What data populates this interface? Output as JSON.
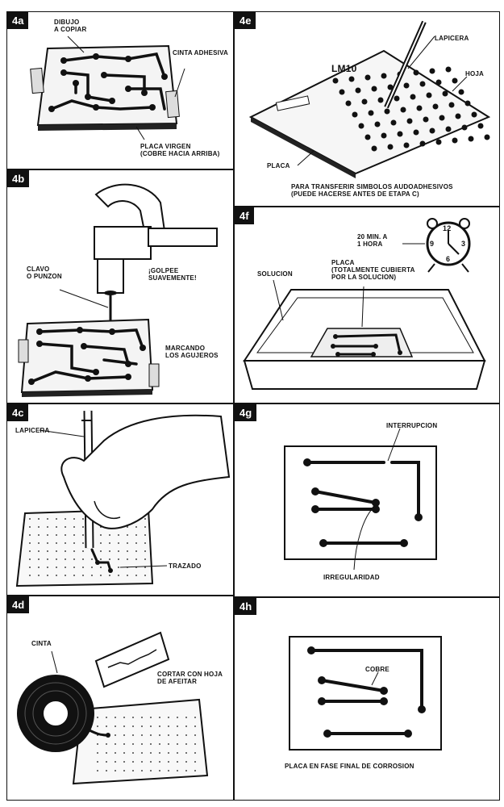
{
  "panels": {
    "a": {
      "tag": "4a",
      "labels": {
        "dibujo": "DIBUJO\nA COPIAR",
        "cinta": "CINTA ADHESIVA",
        "placa": "PLACA VIRGEN\n(COBRE HACIA ARRIBA)"
      }
    },
    "b": {
      "tag": "4b",
      "labels": {
        "clavo": "CLAVO\nO PUNZON",
        "golpee": "¡GOLPEE\nSUAVEMENTE!",
        "marcando": "MARCANDO\nLOS AGUJEROS"
      }
    },
    "c": {
      "tag": "4c",
      "labels": {
        "lapicera": "LAPICERA",
        "trazado": "TRAZADO"
      }
    },
    "d": {
      "tag": "4d",
      "labels": {
        "cinta": "CINTA",
        "cortar": "CORTAR CON HOJA\nDE AFEITAR"
      }
    },
    "e": {
      "tag": "4e",
      "labels": {
        "lapicera": "LAPICERA",
        "hoja": "HOJA",
        "placa": "PLACA",
        "transferir": "PARA TRANSFERIR SIMBOLOS AUDOADHESIVOS\n(PUEDE HACERSE ANTES DE ETAPA C)",
        "chip": "LM10"
      }
    },
    "f": {
      "tag": "4f",
      "labels": {
        "tiempo": "20 MIN. A\n1 HORA",
        "solucion": "SOLUCION",
        "placa": "PLACA\n(TOTALMENTE CUBIERTA\nPOR LA SOLUCION)",
        "n12": "12",
        "n3": "3",
        "n6": "6",
        "n9": "9"
      }
    },
    "g": {
      "tag": "4g",
      "labels": {
        "interrupcion": "INTERRUPCION",
        "irregularidad": "IRREGULARIDAD"
      }
    },
    "h": {
      "tag": "4h",
      "labels": {
        "cobre": "COBRE",
        "final": "PLACA EN FASE FINAL DE CORROSION"
      }
    }
  }
}
